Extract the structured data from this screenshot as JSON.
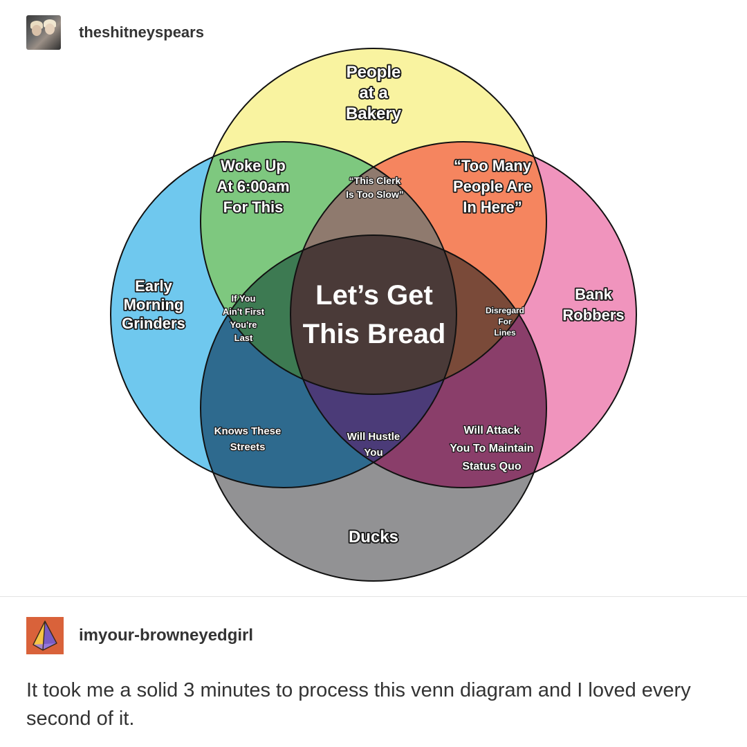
{
  "post": {
    "author": "theshitneyspears",
    "author_avatar_icon": "profile-photo-avatar"
  },
  "diagram": {
    "sets": {
      "top": {
        "label_lines": [
          "People",
          "at a",
          "Bakery"
        ],
        "color": "#f9f3a0"
      },
      "left": {
        "label_lines": [
          "Early",
          "Morning",
          "Grinders"
        ],
        "color": "#6fc8ee"
      },
      "right": {
        "label_lines": [
          "Bank",
          "Robbers"
        ],
        "color": "#f094bd"
      },
      "bottom": {
        "label": "Ducks",
        "color": "#929294"
      }
    },
    "intersections": {
      "top_left": {
        "label_lines": [
          "Woke Up",
          "At 6:00am",
          "For This"
        ],
        "color": "#7ec87f"
      },
      "top_right": {
        "label_lines": [
          "“Too Many",
          "People Are",
          "In Here”"
        ],
        "color": "#f5855f"
      },
      "top_left_right": {
        "label_lines": [
          "“This Clerk",
          "Is Too Slow”"
        ],
        "color": "#8f7a6e"
      },
      "top_left_bottom": {
        "label_lines": [
          "If You",
          "Ain't First",
          "You're",
          "Last"
        ],
        "color": "#3d7a52"
      },
      "top_right_bottom": {
        "label_lines": [
          "Disregard",
          "For",
          "Lines"
        ],
        "color": "#7a4a39"
      },
      "left_bottom": {
        "label_lines": [
          "Knows These",
          "Streets"
        ],
        "color": "#2e6a8e"
      },
      "right_bottom": {
        "label_lines": [
          "Will Attack",
          "You To Maintain",
          "Status Quo"
        ],
        "color": "#8a3e6a"
      },
      "left_right_bottom": {
        "label_lines": [
          "Will Hustle",
          "You"
        ],
        "color": "#4b3b78"
      },
      "center": {
        "label_lines": [
          "Let’s Get",
          "This Bread"
        ],
        "color": "#4a3a38"
      }
    }
  },
  "reblog": {
    "author": "imyour-browneyedgirl",
    "author_avatar_icon": "triangle-prism-avatar",
    "comment": "It took me a solid 3 minutes to process this venn diagram and I loved every second of it."
  }
}
